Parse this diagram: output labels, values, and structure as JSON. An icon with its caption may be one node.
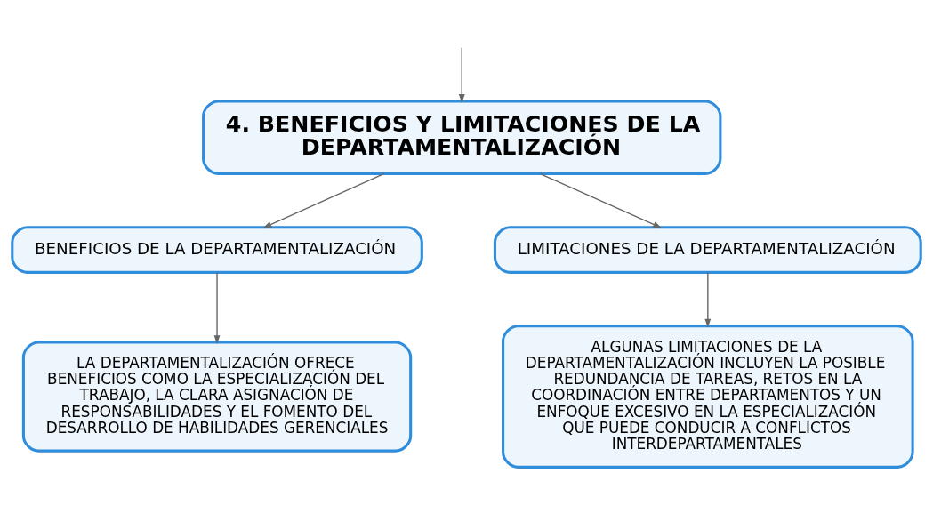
{
  "diagram": {
    "nodes": [
      {
        "text": [
          "4. BENEFICIOS Y LIMITACIONES DE LA DEPARTAMENTALIZACIÓN"
        ]
      },
      {
        "text": [
          "BENEFICIOS DE LA DEPARTAMENTALIZACIÓN"
        ]
      },
      {
        "text": [
          "LIMITACIONES DE LA DEPARTAMENTALIZACIÓN"
        ]
      },
      {
        "text": [
          "LA DEPARTAMENTALIZACIÓN OFRECE BENEFICIOS COMO LA ESPECIALIZACIÓN DEL TRABAJO, LA CLARA ASIGNACIÓN DE RESPONSABILIDADES Y EL FOMENTO DEL DESARROLLO DE HABILIDADES GERENCIALES"
        ]
      },
      {
        "text": [
          "ALGUNAS LIMITACIONES DE LA DEPARTAMENTALIZACIÓN INCLUYEN LA POSIBLE REDUNDANCIA DE TAREAS, RETOS EN LA COORDINACIÓN ENTRE DEPARTAMENTOS Y UN ENFOQUE EXCESIVO EN LA ESPECIALIZACIÓN QUE PUEDE CONDUCIR A CONFLICTOS INTERDEPARTAMENTALES"
        ]
      }
    ],
    "edges": [
      {
        "from": null,
        "to": 0,
        "arrow": "to"
      },
      {
        "from": 0,
        "to": 1,
        "arrow": "to"
      },
      {
        "from": 0,
        "to": 2,
        "arrow": "to"
      },
      {
        "from": 1,
        "to": 3,
        "arrow": "to"
      },
      {
        "from": 2,
        "to": 4,
        "arrow": "to"
      }
    ]
  }
}
